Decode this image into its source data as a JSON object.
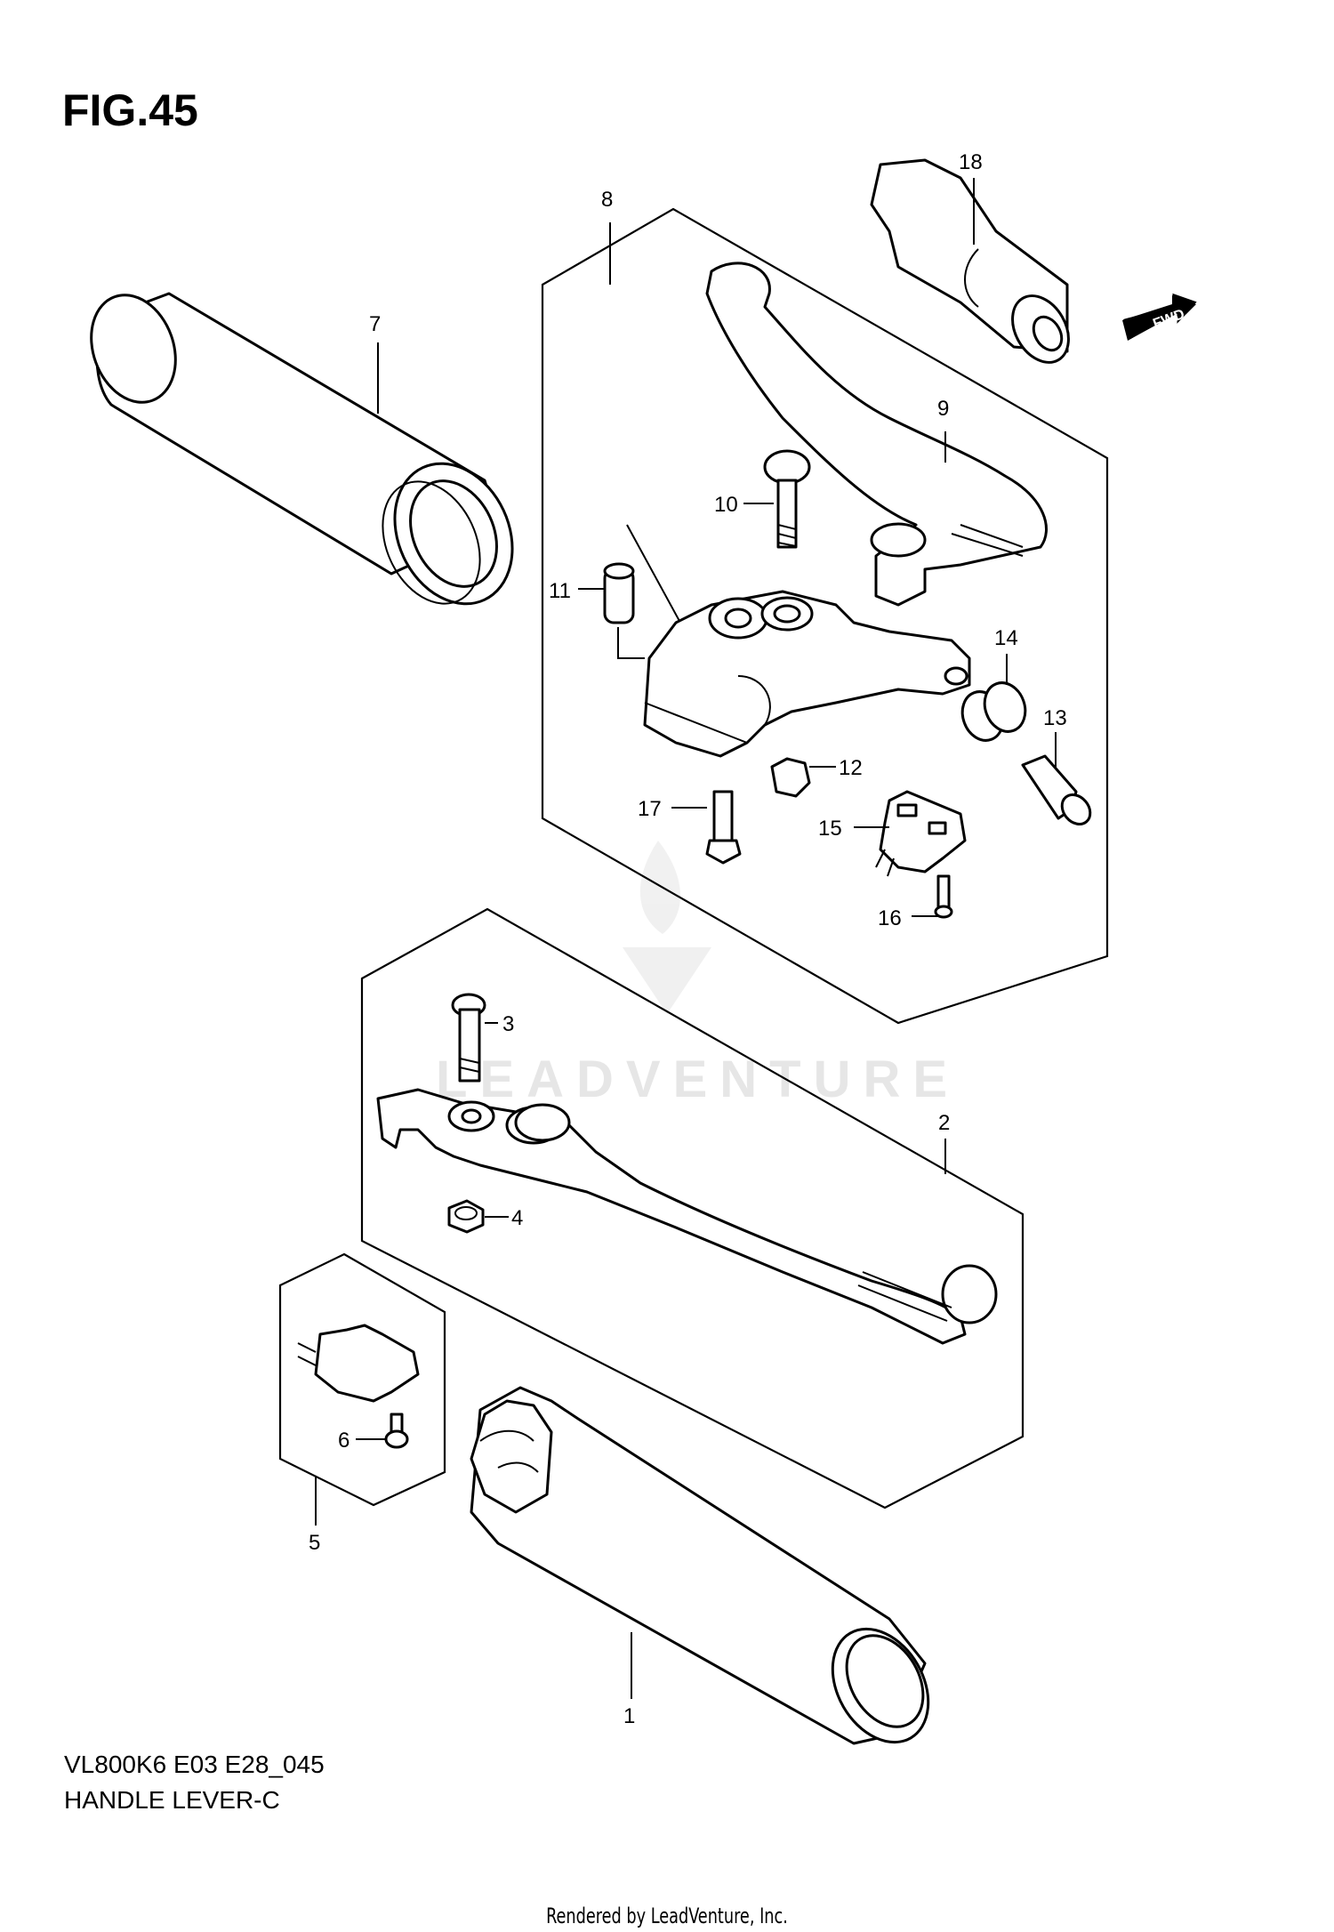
{
  "figure": {
    "title": "FIG.45",
    "model_code": "VL800K6 E03 E28_045",
    "section_name": "HANDLE LEVER-C"
  },
  "footer": {
    "rendered_by": "Rendered by LeadVenture, Inc."
  },
  "watermark": {
    "text": "LEADVENTURE"
  },
  "fwd_badge": "FWD",
  "callouts": {
    "c1": "1",
    "c2": "2",
    "c3": "3",
    "c4": "4",
    "c5": "5",
    "c6": "6",
    "c7": "7",
    "c8": "8",
    "c9": "9",
    "c10": "10",
    "c11": "11",
    "c12": "12",
    "c13": "13",
    "c14": "14",
    "c15": "15",
    "c16": "16",
    "c17": "17",
    "c18": "18"
  }
}
